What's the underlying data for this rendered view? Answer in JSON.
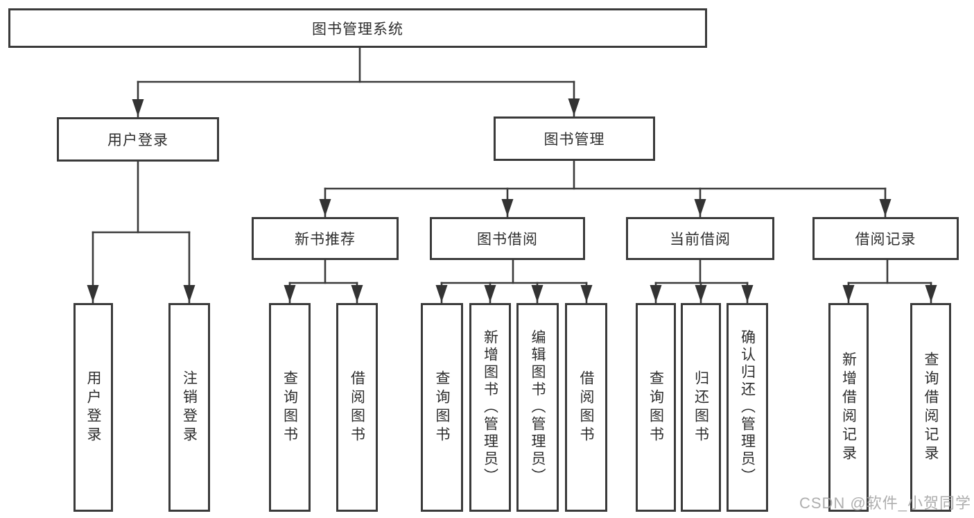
{
  "tree": {
    "root": {
      "label": "图书管理系统",
      "children": [
        {
          "label": "用户登录",
          "children": [
            {
              "label": "用户登录"
            },
            {
              "label": "注销登录"
            }
          ]
        },
        {
          "label": "图书管理",
          "children": [
            {
              "label": "新书推荐",
              "children": [
                {
                  "label": "查询图书"
                },
                {
                  "label": "借阅图书"
                }
              ]
            },
            {
              "label": "图书借阅",
              "children": [
                {
                  "label": "查询图书"
                },
                {
                  "label": "新增图书（管理员）"
                },
                {
                  "label": "编辑图书（管理员）"
                },
                {
                  "label": "借阅图书"
                }
              ]
            },
            {
              "label": "当前借阅",
              "children": [
                {
                  "label": "查询图书"
                },
                {
                  "label": "归还图书"
                },
                {
                  "label": "确认归还（管理员）"
                }
              ]
            },
            {
              "label": "借阅记录",
              "children": [
                {
                  "label": "新增借阅记录"
                },
                {
                  "label": "查询借阅记录"
                }
              ]
            }
          ]
        }
      ]
    }
  },
  "watermark": {
    "text": "CSDN @软件_小贺同学"
  },
  "colors": {
    "line": "#3a3a3a",
    "box_border": "#3a3a3a",
    "text": "#2d2d2d",
    "watermark": "#a5a5a5",
    "background": "#ffffff"
  }
}
